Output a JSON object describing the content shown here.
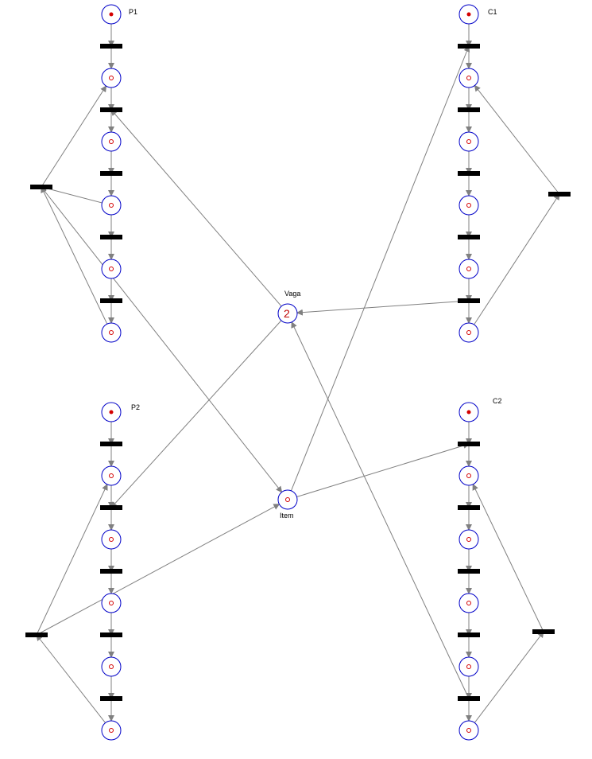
{
  "labels": {
    "p1": "P1",
    "c1": "C1",
    "p2": "P2",
    "c2": "C2",
    "vaga": "Vaga",
    "item": "Item"
  },
  "places": {
    "vaga_tokens": "2"
  },
  "colors": {
    "place_stroke": "#0000c8",
    "token": "#d40000",
    "arc": "#808080",
    "transition": "#000000"
  }
}
